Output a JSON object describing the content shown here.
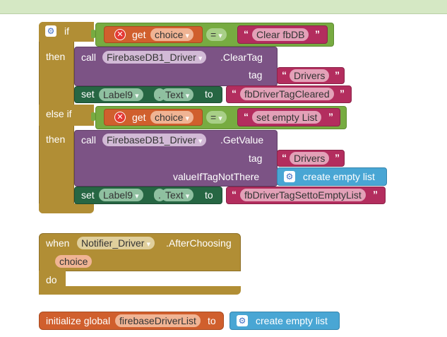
{
  "if_block": {
    "if_label": "if",
    "then_label": "then",
    "else_if_label": "else if",
    "then2_label": "then",
    "cond1": {
      "get_label": "get",
      "var": "choice",
      "op": "=",
      "text": "Clear fbDB"
    },
    "call1": {
      "call_label": "call",
      "component": "FirebaseDB1_Driver",
      "method": ".ClearTag",
      "tag_label": "tag",
      "tag_value": "Drivers"
    },
    "set1": {
      "set_label": "set",
      "component": "Label9",
      "dot": ".",
      "property": "Text",
      "to_label": "to",
      "value": "fbDriverTagCleared"
    },
    "cond2": {
      "get_label": "get",
      "var": "choice",
      "op": "=",
      "text": "set empty List"
    },
    "call2": {
      "call_label": "call",
      "component": "FirebaseDB1_Driver",
      "method": ".GetValue",
      "tag_label": "tag",
      "tag_value": "Drivers",
      "value_label": "valueIfTagNotThere",
      "value_block": "create empty list"
    },
    "set2": {
      "set_label": "set",
      "component": "Label9",
      "dot": ".",
      "property": "Text",
      "to_label": "to",
      "value": "fbDriverTagSettoEmptyList"
    }
  },
  "when_block": {
    "when_label": "when",
    "component": "Notifier_Driver",
    "event": ".AfterChoosing",
    "param": "choice",
    "do_label": "do"
  },
  "init_block": {
    "label": "initialize global",
    "name": "firebaseDriverList",
    "to_label": "to",
    "value_block": "create empty list"
  },
  "colors": {
    "control": "#b18e35",
    "logic": "#77ab41",
    "text": "#b32d5e",
    "variable": "#d05f2d",
    "component": "#7c5385",
    "setter": "#266643",
    "list": "#49a6d4",
    "topbar": "#d5e8c4"
  }
}
